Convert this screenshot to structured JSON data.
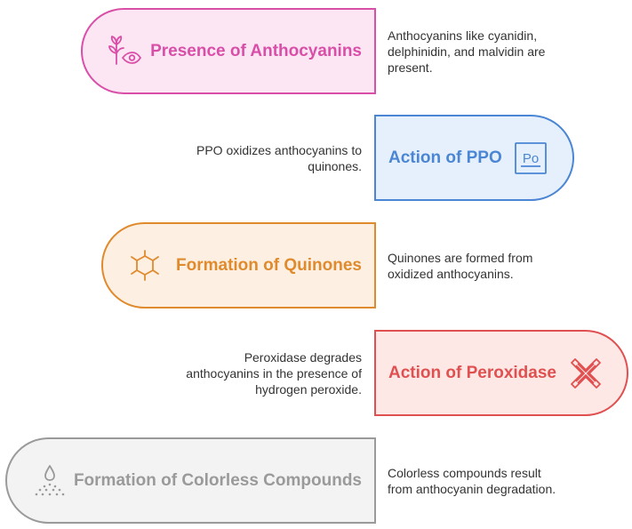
{
  "steps": [
    {
      "title": "Presence of Anthocyanins",
      "icon": "plant-eye-icon",
      "color": "#d94fa8",
      "fill": "#fde6f4",
      "description": [
        "Anthocyanins like cyanidin,",
        "delphinidin, and malvidin are",
        "present."
      ]
    },
    {
      "title": "Action of PPO",
      "icon": "element-symbol-icon",
      "icon_text": "Po",
      "color": "#4a86d4",
      "fill": "#e6f0fc",
      "description": [
        "PPO oxidizes anthocyanins to",
        "quinones."
      ]
    },
    {
      "title": "Formation of Quinones",
      "icon": "molecule-icon",
      "color": "#e08a2e",
      "fill": "#fdf0e2",
      "description": [
        "Quinones are formed from",
        "oxidized anthocyanins."
      ]
    },
    {
      "title": "Action of Peroxidase",
      "icon": "crossed-x-icon",
      "color": "#e05050",
      "fill": "#fde8e6",
      "description": [
        "Peroxidase degrades",
        "anthocyanins in the presence of",
        "hydrogen peroxide."
      ]
    },
    {
      "title": "Formation of Colorless Compounds",
      "icon": "drop-spray-icon",
      "color": "#9a9a9a",
      "fill": "#f3f3f3",
      "description": [
        "Colorless compounds result",
        "from anthocyanin degradation."
      ]
    }
  ]
}
